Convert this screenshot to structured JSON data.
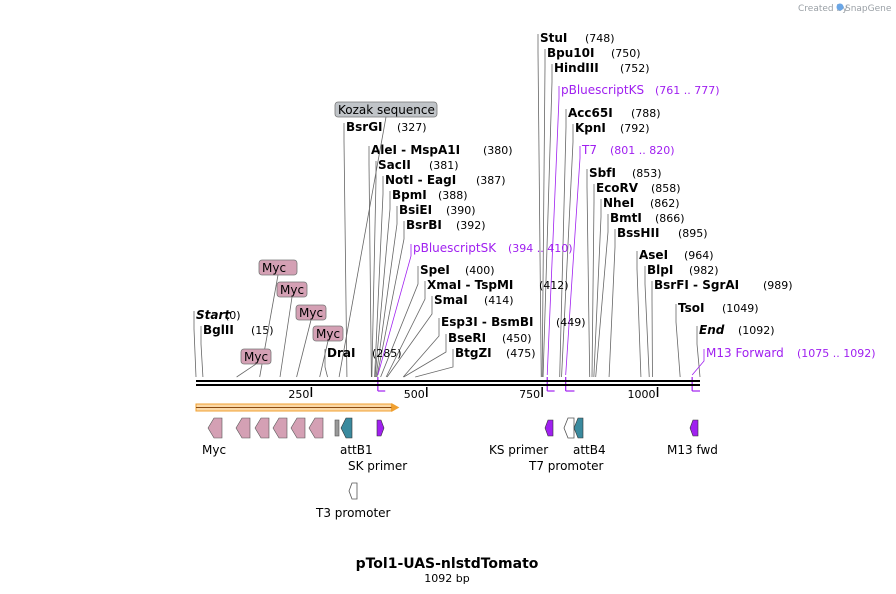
{
  "brand": {
    "text": "Created by",
    "name": "SnapGene"
  },
  "title": "pTol1-UAS-nlstdTomato",
  "length_text": "1092 bp",
  "sequence_length": 1092,
  "axis_ticks": [
    {
      "value": 250,
      "label": "250"
    },
    {
      "value": 500,
      "label": "500"
    },
    {
      "value": 750,
      "label": "750"
    },
    {
      "value": 1000,
      "label": "1000"
    }
  ],
  "sites": [
    {
      "name": "Start",
      "pos_text": "(0)",
      "bp": 0,
      "italic": true
    },
    {
      "name": "BglII",
      "pos_text": "(15)",
      "bp": 15
    },
    {
      "name": "DraI",
      "pos_text": "(285)",
      "bp": 285
    },
    {
      "name": "BsrGI",
      "pos_text": "(327)",
      "bp": 327
    },
    {
      "name": "AleI  - MspA1I",
      "pos_text": "(380)",
      "bp": 380
    },
    {
      "name": "SacII",
      "pos_text": "(381)",
      "bp": 381
    },
    {
      "name": "NotI  - EagI",
      "pos_text": "(387)",
      "bp": 387
    },
    {
      "name": "BpmI",
      "pos_text": "(388)",
      "bp": 388
    },
    {
      "name": "BsiEI",
      "pos_text": "(390)",
      "bp": 390
    },
    {
      "name": "BsrBI",
      "pos_text": "(392)",
      "bp": 392
    },
    {
      "name": "SpeI",
      "pos_text": "(400)",
      "bp": 400
    },
    {
      "name": "XmaI  - TspMI",
      "pos_text": "(412)",
      "bp": 412
    },
    {
      "name": "SmaI",
      "pos_text": "(414)",
      "bp": 414
    },
    {
      "name": "Esp3I  - BsmBI",
      "pos_text": "(449)",
      "bp": 449
    },
    {
      "name": "BseRI",
      "pos_text": "(450)",
      "bp": 450
    },
    {
      "name": "BtgZI",
      "pos_text": "(475)",
      "bp": 475
    },
    {
      "name": "StuI",
      "pos_text": "(748)",
      "bp": 748
    },
    {
      "name": "Bpu10I",
      "pos_text": "(750)",
      "bp": 750
    },
    {
      "name": "HindIII",
      "pos_text": "(752)",
      "bp": 752
    },
    {
      "name": "Acc65I",
      "pos_text": "(788)",
      "bp": 788
    },
    {
      "name": "KpnI",
      "pos_text": "(792)",
      "bp": 792
    },
    {
      "name": "SbfI",
      "pos_text": "(853)",
      "bp": 853
    },
    {
      "name": "EcoRV",
      "pos_text": "(858)",
      "bp": 858
    },
    {
      "name": "NheI",
      "pos_text": "(862)",
      "bp": 862
    },
    {
      "name": "BmtI",
      "pos_text": "(866)",
      "bp": 866
    },
    {
      "name": "BssHII",
      "pos_text": "(895)",
      "bp": 895
    },
    {
      "name": "AseI",
      "pos_text": "(964)",
      "bp": 964
    },
    {
      "name": "BlpI",
      "pos_text": "(982)",
      "bp": 982
    },
    {
      "name": "BsrFI  - SgrAI",
      "pos_text": "(989)",
      "bp": 989
    },
    {
      "name": "TsoI",
      "pos_text": "(1049)",
      "bp": 1049
    },
    {
      "name": "End",
      "pos_text": "(1092)",
      "bp": 1092,
      "italic": true
    }
  ],
  "primer_labels": [
    {
      "name": "pBluescriptSK",
      "range_text": "(394 .. 410)",
      "start": 394,
      "end": 410
    },
    {
      "name": "pBluescriptKS",
      "range_text": "(761 .. 777)",
      "start": 761,
      "end": 777
    },
    {
      "name": "T7",
      "range_text": "(801 .. 820)",
      "start": 801,
      "end": 820
    },
    {
      "name": "M13 Forward",
      "range_text": "(1075 .. 1092)",
      "start": 1075,
      "end": 1092
    }
  ],
  "feature_boxes": [
    {
      "text": "Kozak sequence",
      "style": "kozak",
      "bp": 310
    },
    {
      "text": "Myc",
      "style": "myc",
      "bp": 138
    },
    {
      "text": "Myc",
      "style": "myc",
      "bp": 182
    },
    {
      "text": "Myc",
      "style": "myc",
      "bp": 218
    },
    {
      "text": "Myc",
      "style": "myc",
      "bp": 268
    },
    {
      "text": "Myc",
      "style": "myc",
      "bp": 88
    }
  ],
  "orf": {
    "start": 0,
    "end": 510,
    "color": "#f0a030"
  },
  "feature_track_labels": [
    {
      "text": "Myc"
    },
    {
      "text": "attB1"
    },
    {
      "text": "SK primer"
    },
    {
      "text": "T3 promoter"
    },
    {
      "text": "KS primer"
    },
    {
      "text": "attB4"
    },
    {
      "text": "T7 promoter"
    },
    {
      "text": "M13 fwd"
    }
  ],
  "colors": {
    "myc": "#d4a0b4",
    "attb": "#3a8a9e",
    "primer": "#a020f0",
    "kozak": "#c0c4c8",
    "promoter": "#ffffff"
  }
}
